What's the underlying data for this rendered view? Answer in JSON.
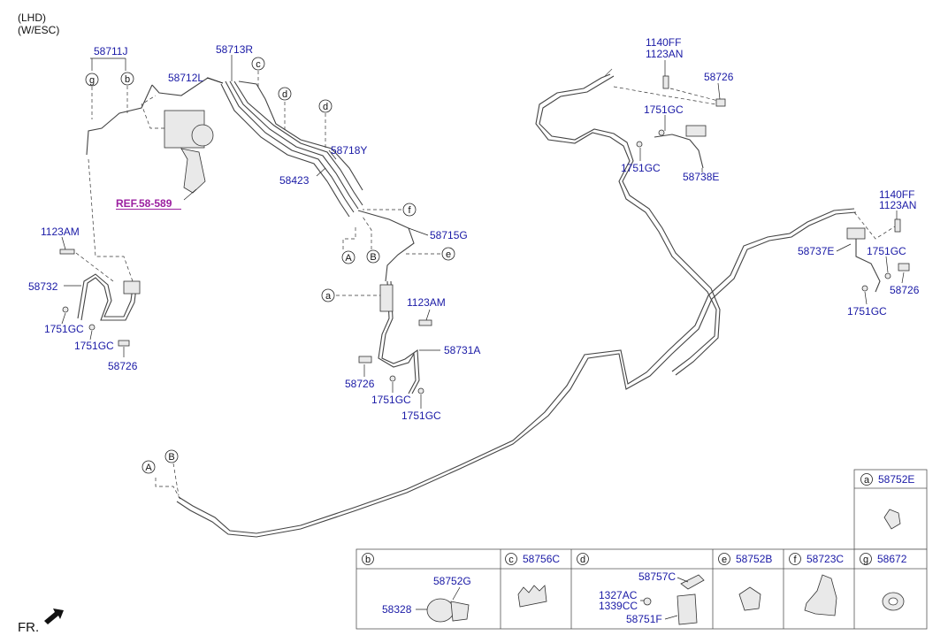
{
  "header": {
    "line1": "(LHD)",
    "line2": "(W/ESC)"
  },
  "ref_label": "REF.58-589",
  "fr_label": "FR.",
  "parts": {
    "p58711J": "58711J",
    "p58713R": "58713R",
    "p58712L": "58712L",
    "p58718Y": "58718Y",
    "p58423": "58423",
    "p58715G": "58715G",
    "p1123AM_left": "1123AM",
    "p58732": "58732",
    "p1751GC_l1": "1751GC",
    "p1751GC_l2": "1751GC",
    "p58726_l": "58726",
    "p1123AM_mid": "1123AM",
    "p58731A": "58731A",
    "p58726_mid": "58726",
    "p1751GC_m1": "1751GC",
    "p1751GC_m2": "1751GC",
    "p1140FF_top": "1140FF",
    "p1123AN_top": "1123AN",
    "p58726_top": "58726",
    "p1751GC_t1": "1751GC",
    "p1751GC_t2": "1751GC",
    "p58738E": "58738E",
    "p1140FF_r": "1140FF",
    "p1123AN_r": "1123AN",
    "p58737E": "58737E",
    "p1751GC_r1": "1751GC",
    "p58726_r": "58726",
    "p1751GC_r2": "1751GC"
  },
  "callouts": {
    "g": "g",
    "b1": "b",
    "c1": "c",
    "d1": "d",
    "d2": "d",
    "f1": "f",
    "e1": "e",
    "a1": "a",
    "A1": "A",
    "B1": "B",
    "A2": "A",
    "B2": "B"
  },
  "legend": {
    "a": {
      "letter": "a",
      "part": "58752E"
    },
    "b": {
      "letter": "b",
      "parts": [
        "58752G",
        "58328"
      ]
    },
    "c": {
      "letter": "c",
      "part": "58756C"
    },
    "d": {
      "letter": "d",
      "parts": [
        "58757C",
        "1327AC",
        "1339CC",
        "58751F"
      ]
    },
    "e": {
      "letter": "e",
      "part": "58752B"
    },
    "f": {
      "letter": "f",
      "part": "58723C"
    },
    "g": {
      "letter": "g",
      "part": "58672"
    }
  }
}
